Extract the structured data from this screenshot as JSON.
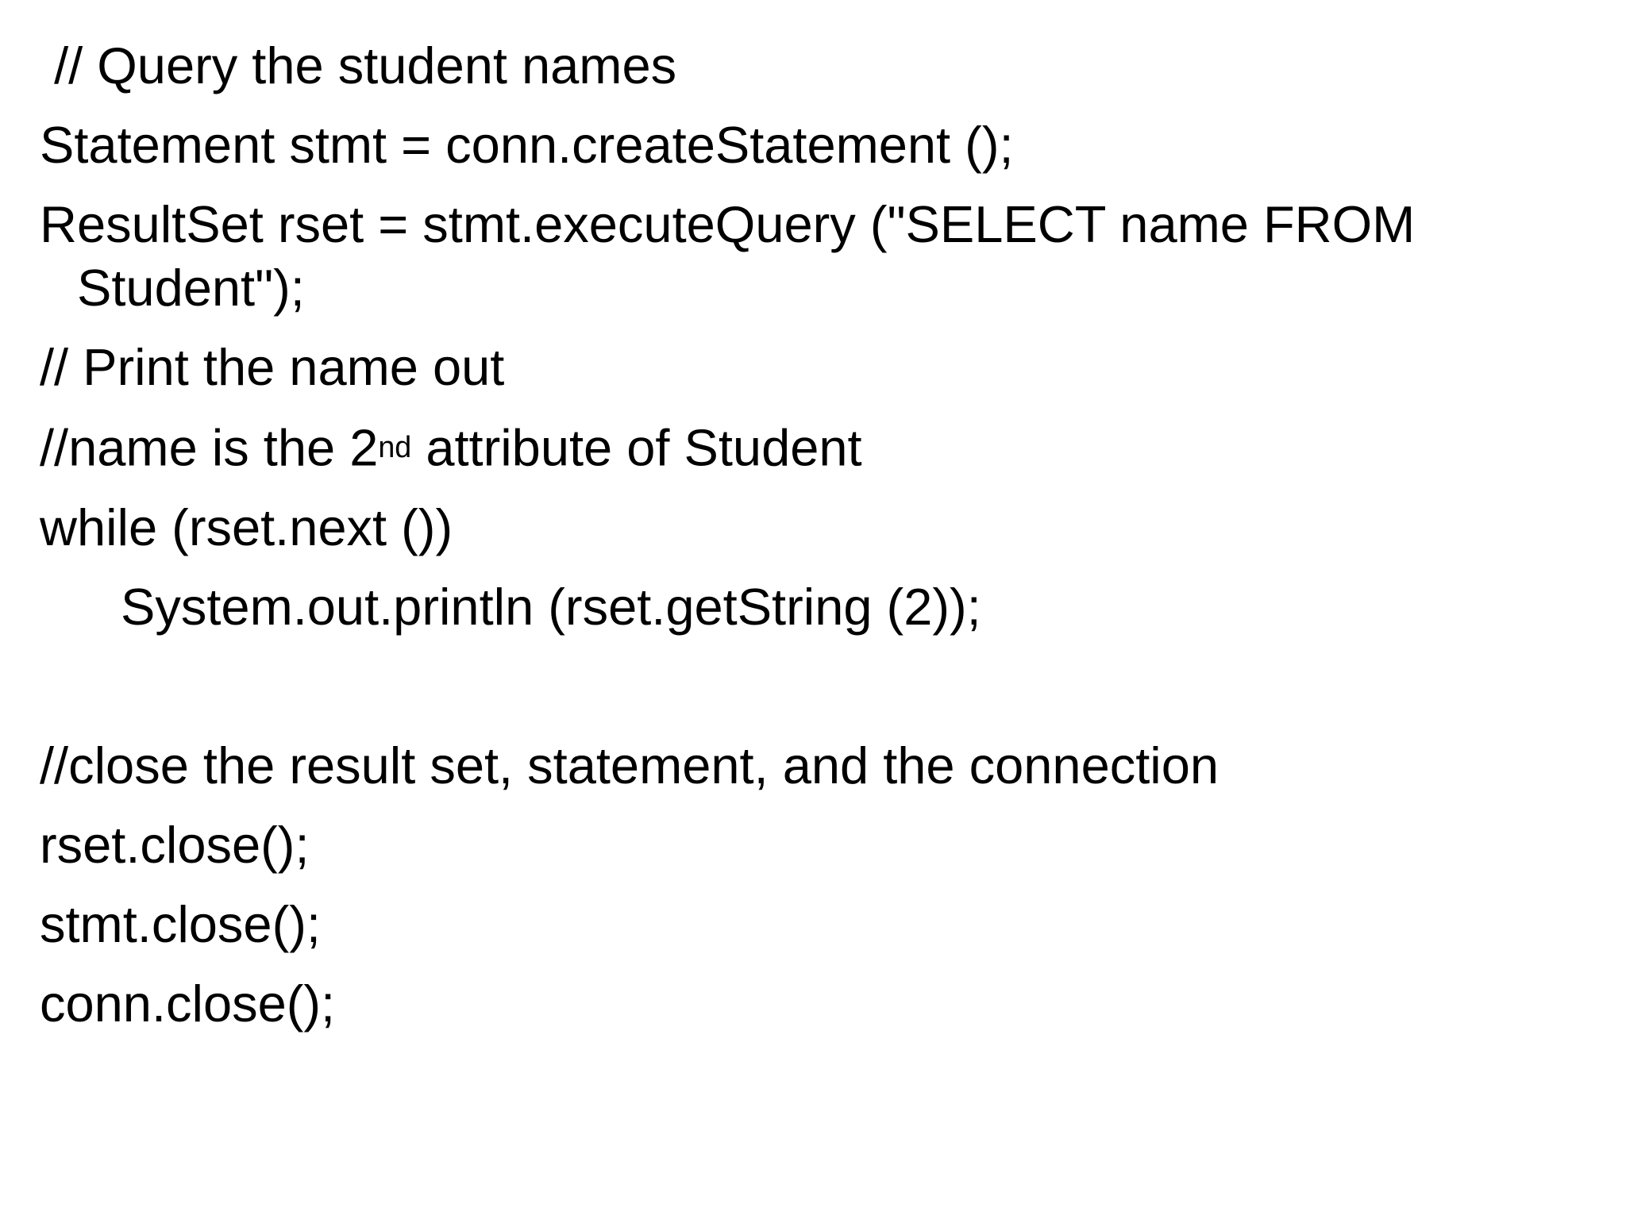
{
  "slide": {
    "background_color": "#ffffff",
    "text_color": "#000000",
    "code": {
      "comment_query": " // Query the student names",
      "stmt_create": "Statement stmt = conn.createStatement ();",
      "rset_execute_line1": "ResultSet rset = stmt.executeQuery (\"SELECT name FROM",
      "rset_execute_line2": "Student\");",
      "comment_print": "// Print the name out",
      "comment_attr_prefix": "//name is the 2",
      "comment_attr_sup": "nd",
      "comment_attr_suffix": " attribute of Student",
      "while_loop": "while (rset.next ())",
      "println_stmt": "System.out.println (rset.getString (2));",
      "comment_close": "//close the result set, statement, and the connection",
      "rset_close": "rset.close();",
      "stmt_close": "stmt.close();",
      "conn_close": "conn.close();"
    }
  }
}
